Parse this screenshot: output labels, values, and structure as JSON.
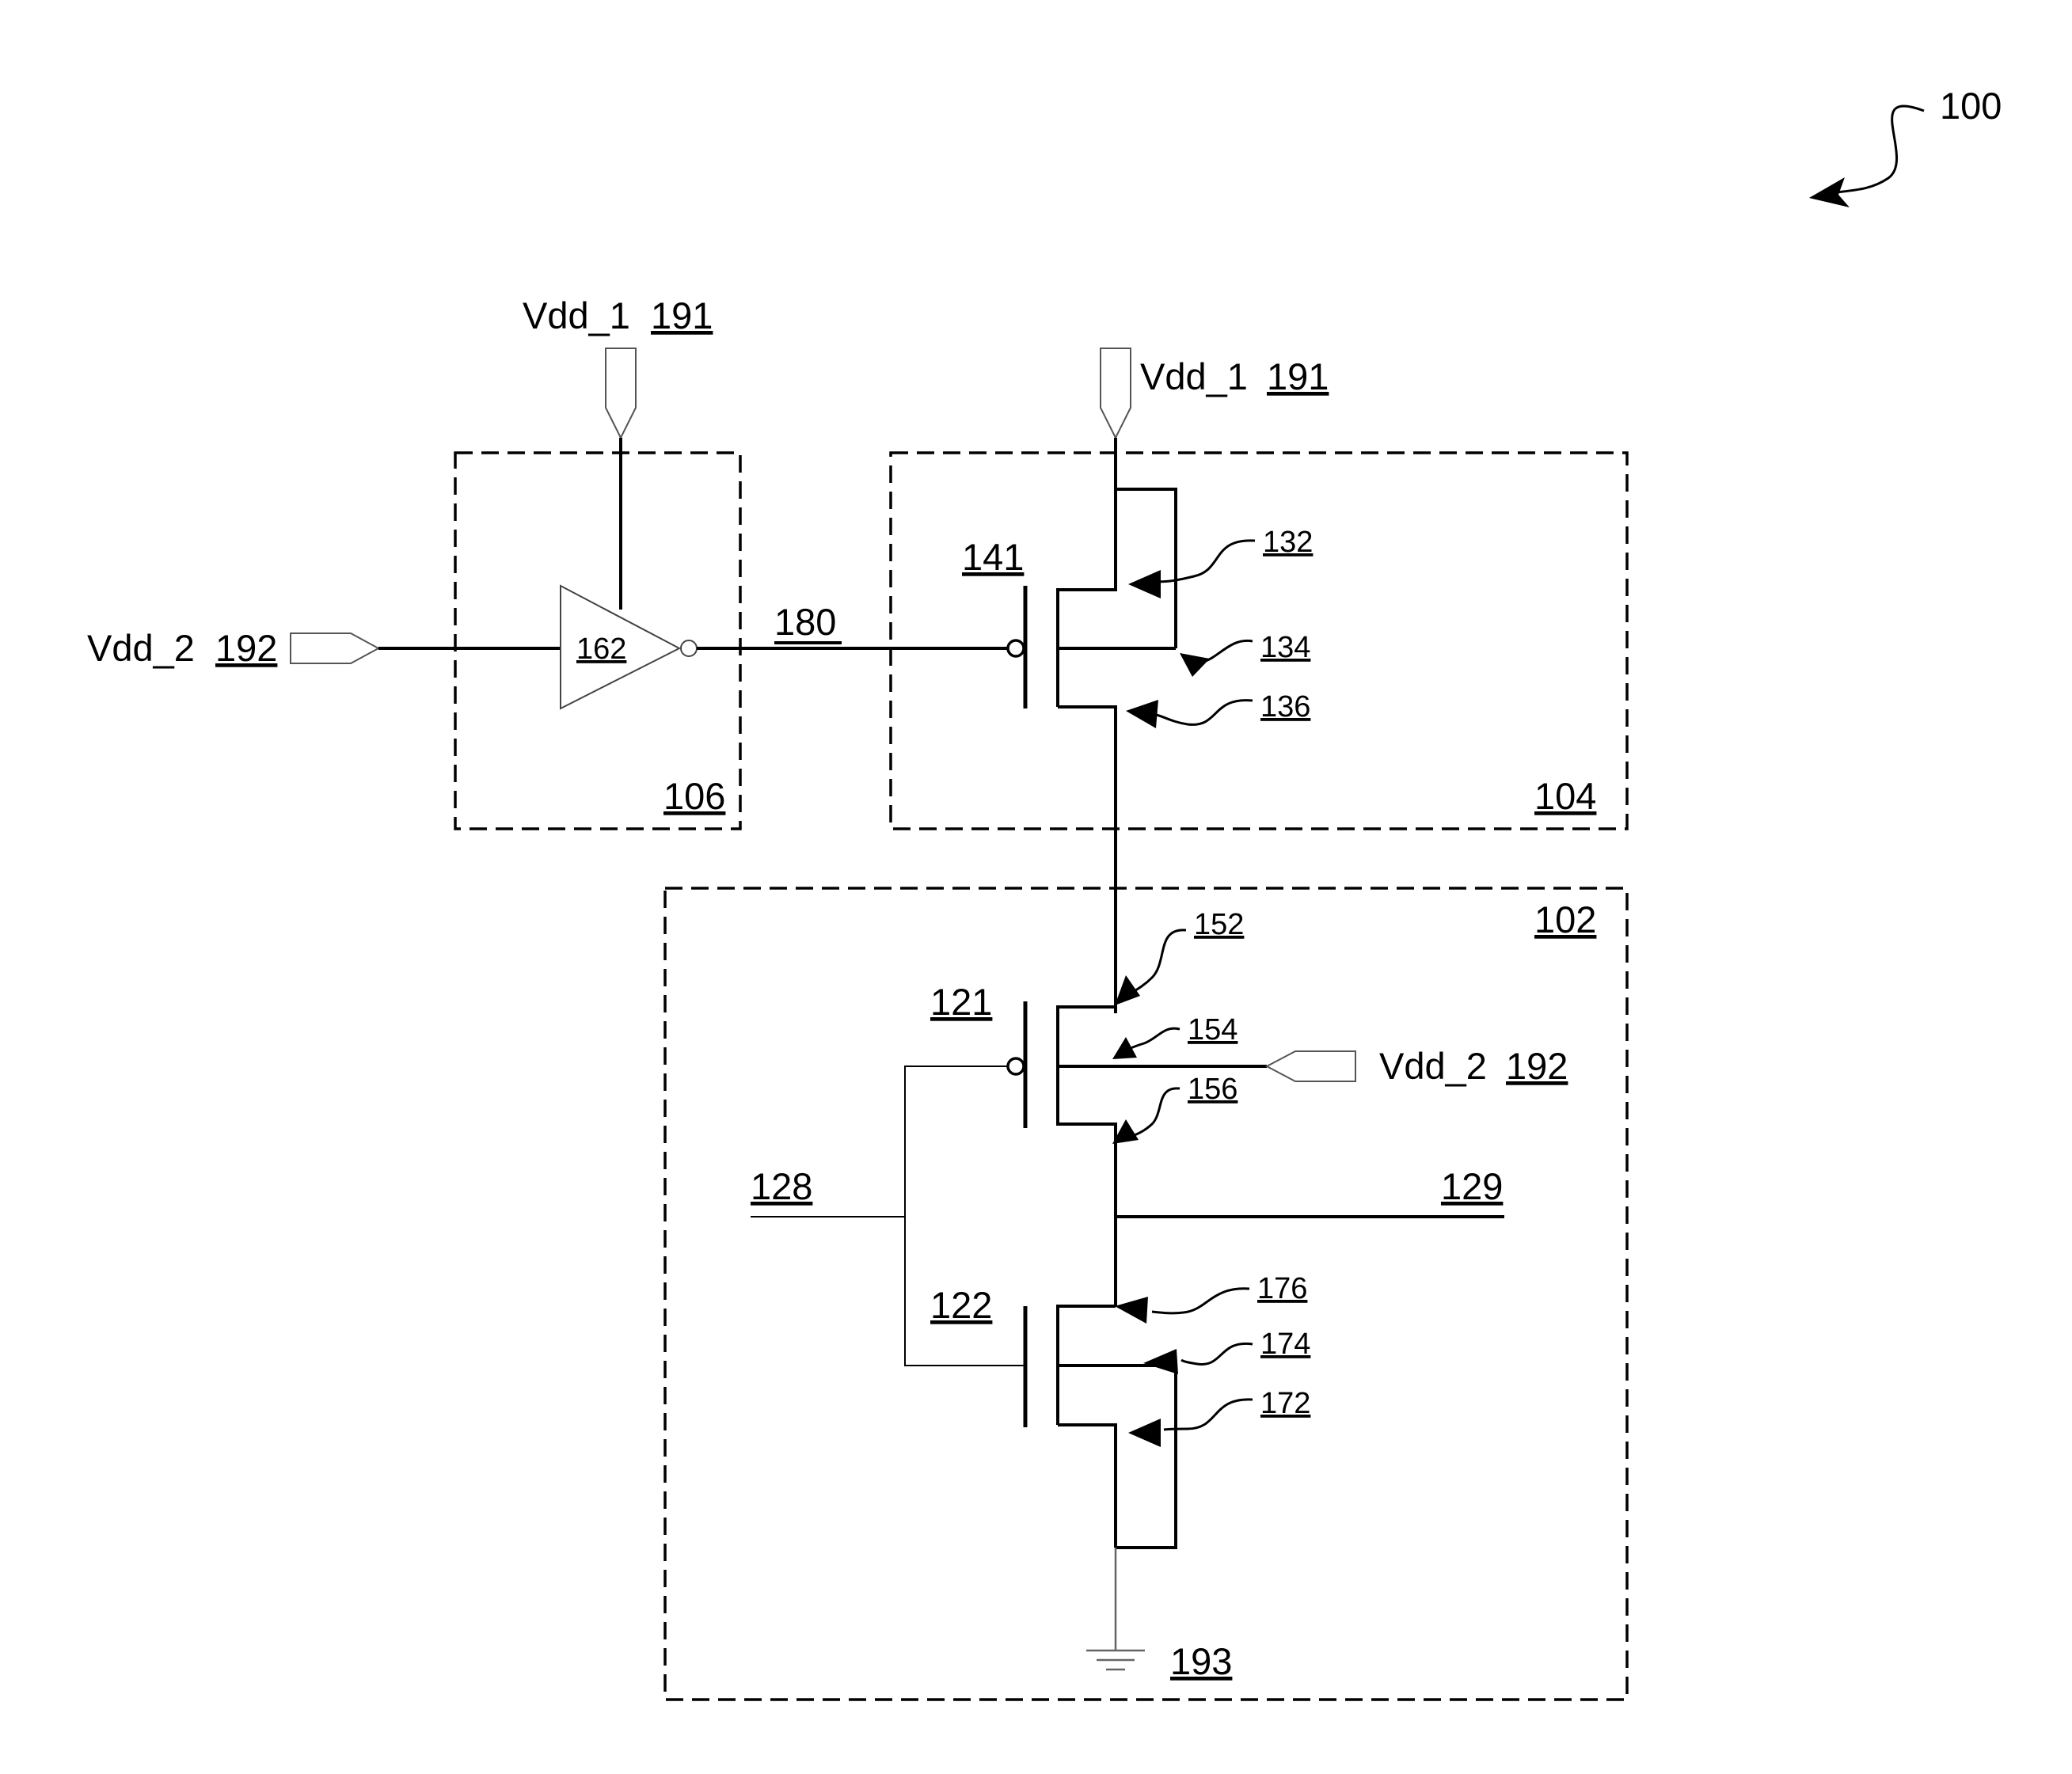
{
  "figure_ref": "100",
  "blocks": {
    "inverter_block": "106",
    "switch_block": "104",
    "inverter_stage": "102"
  },
  "power": {
    "vdd1_name": "Vdd_1",
    "vdd1_ref": "191",
    "vdd2_name": "Vdd_2",
    "vdd2_ref": "192",
    "ground_ref": "193"
  },
  "components": {
    "inverter_buffer": "162",
    "signal_180": "180",
    "pmos_141": "141",
    "pmos_121": "121",
    "nmos_122": "122"
  },
  "terminals": {
    "t132": "132",
    "t134": "134",
    "t136": "136",
    "t152": "152",
    "t154": "154",
    "t156": "156",
    "t176": "176",
    "t174": "174",
    "t172": "172"
  },
  "nodes": {
    "input": "128",
    "output": "129"
  }
}
